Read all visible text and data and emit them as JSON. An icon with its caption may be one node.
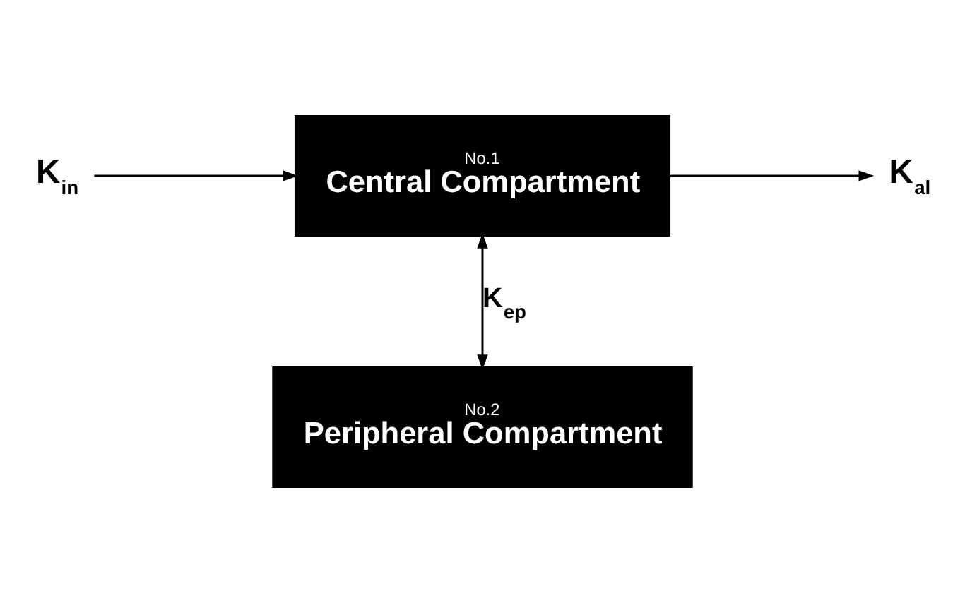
{
  "diagram": {
    "nodes": [
      {
        "text": [
          "K$_{in}$"
        ]
      },
      {
        "text": [
          "No.1",
          "Central Compartment"
        ]
      },
      {
        "text": [
          "K$_{al}$"
        ]
      },
      {
        "text": [
          "No.2",
          "Peripheral Compartment"
        ]
      }
    ],
    "edges": [
      {
        "from": 0,
        "to": 1,
        "arrow": "to"
      },
      {
        "from": 1,
        "to": 2,
        "arrow": "to"
      },
      {
        "from": 1,
        "to": 3,
        "arrow": "both",
        "label": "K$_{ep}$"
      }
    ]
  }
}
